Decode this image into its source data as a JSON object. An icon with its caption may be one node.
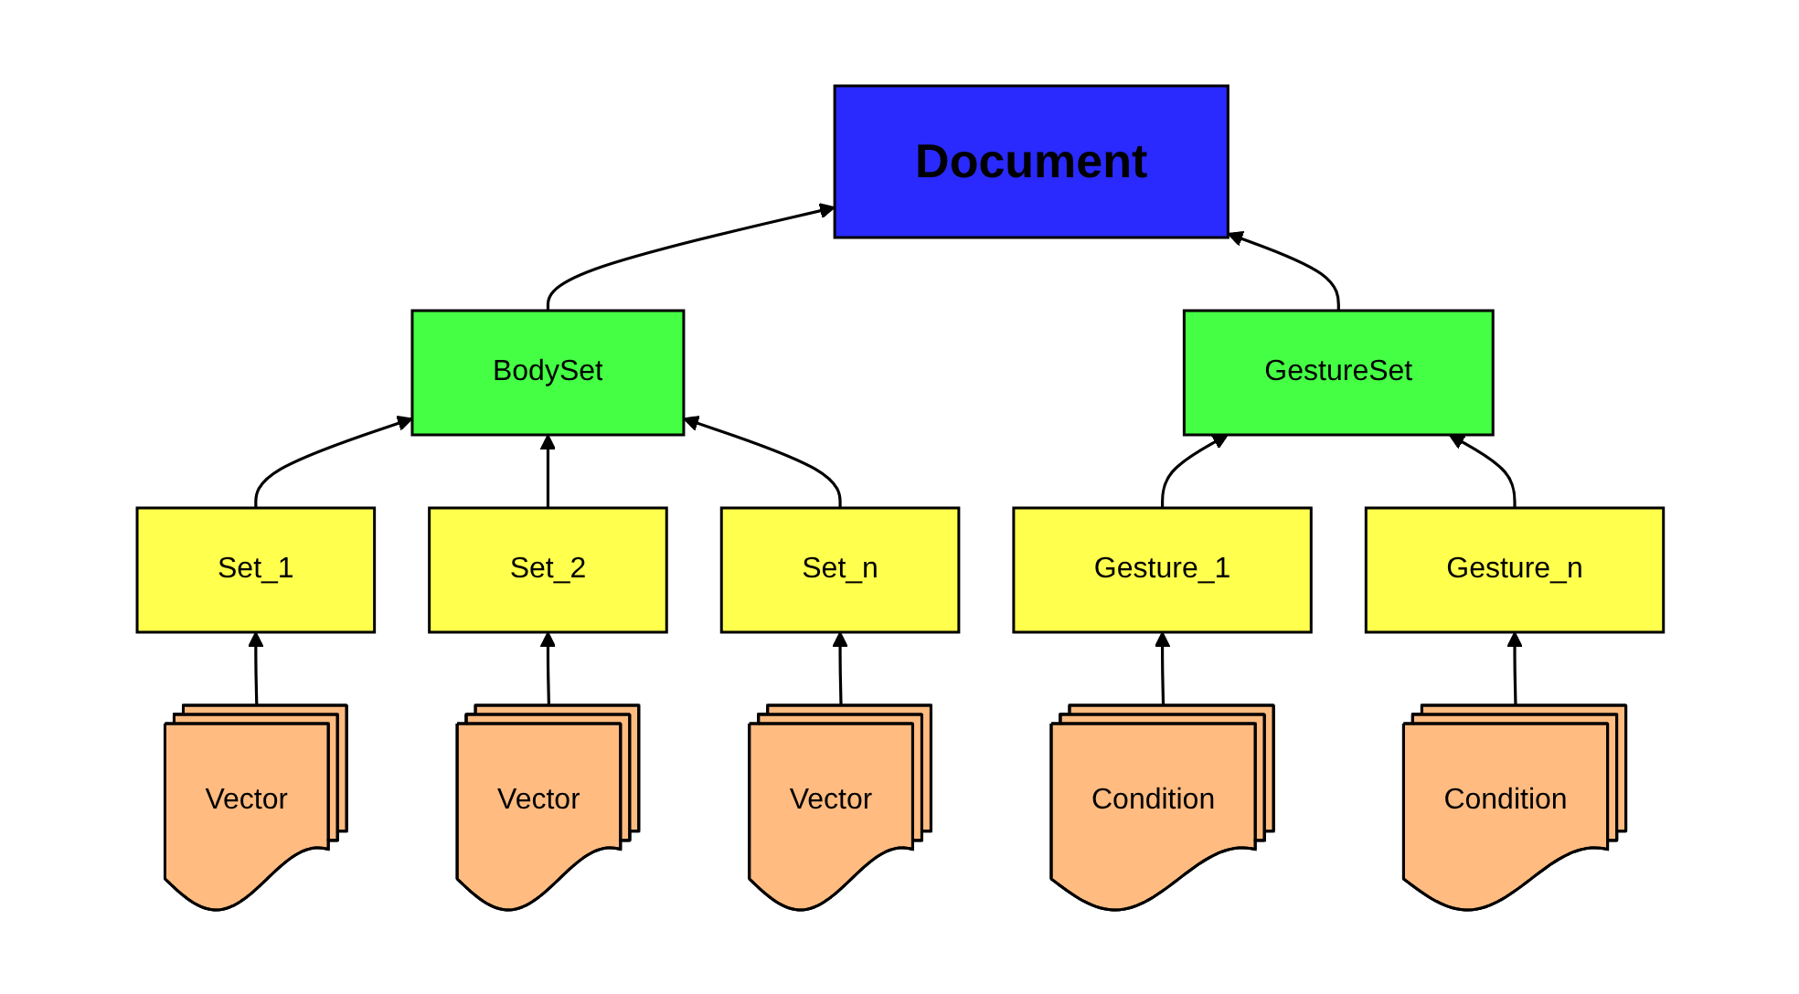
{
  "diagram": {
    "nodes": [
      {
        "text": [
          "Document"
        ]
      },
      {
        "text": [
          "BodySet"
        ]
      },
      {
        "text": [
          "GestureSet"
        ]
      },
      {
        "text": [
          "Set_1"
        ]
      },
      {
        "text": [
          "Set_2"
        ]
      },
      {
        "text": [
          "Set_n"
        ]
      },
      {
        "text": [
          "Gesture_1"
        ]
      },
      {
        "text": [
          "Gesture_n"
        ]
      },
      {
        "text": [
          "Vector"
        ]
      },
      {
        "text": [
          "Vector"
        ]
      },
      {
        "text": [
          "Vector"
        ]
      },
      {
        "text": [
          "Condition"
        ]
      },
      {
        "text": [
          "Condition"
        ]
      }
    ],
    "edges": [
      {
        "from": 1,
        "to": 0,
        "arrow": "to"
      },
      {
        "from": 2,
        "to": 0,
        "arrow": "to"
      },
      {
        "from": 3,
        "to": 1,
        "arrow": "to"
      },
      {
        "from": 4,
        "to": 1,
        "arrow": "to"
      },
      {
        "from": 5,
        "to": 1,
        "arrow": "to"
      },
      {
        "from": 6,
        "to": 2,
        "arrow": "to"
      },
      {
        "from": 7,
        "to": 2,
        "arrow": "to"
      },
      {
        "from": 8,
        "to": 3,
        "arrow": "to"
      },
      {
        "from": 9,
        "to": 4,
        "arrow": "to"
      },
      {
        "from": 10,
        "to": 5,
        "arrow": "to"
      },
      {
        "from": 11,
        "to": 6,
        "arrow": "to"
      },
      {
        "from": 12,
        "to": 7,
        "arrow": "to"
      }
    ]
  }
}
